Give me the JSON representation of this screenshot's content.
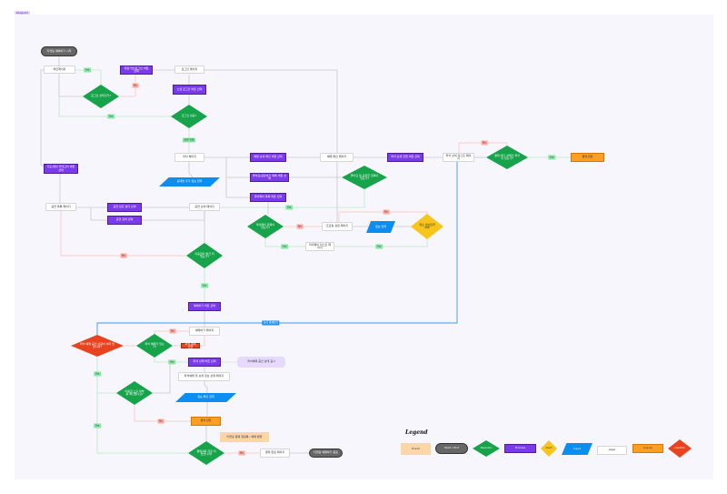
{
  "diagram_tag": "Diagram",
  "nodes": {
    "start": {
      "label": "티켓링 예매하기 시작"
    },
    "main_page": {
      "label": "메인페이지"
    },
    "login_btn": {
      "label": "회원가입/로그인 버튼 선택"
    },
    "login_page": {
      "label": "로그인 페이지"
    },
    "is_logged_in": {
      "label": "로그인 상태인가?"
    },
    "social_login": {
      "label": "소셜 로그인 버튼 선택"
    },
    "login_success": {
      "label": "로그인 성공?"
    },
    "mypage": {
      "label": "마이 페이지"
    },
    "extra_info": {
      "label": "상대방 추가 정보 입력"
    },
    "ticket_detail_btn": {
      "label": "예매 상세 확인 버튼 선택"
    },
    "likes_btn": {
      "label": "좋아요/공유하기 목록 버튼 선택"
    },
    "mypay_btn": {
      "label": "마이페이 목록 버튼 선택"
    },
    "booking_check_page": {
      "label": "예매 확인 페이지"
    },
    "seat_proceed_btn": {
      "label": "좌석 상세 진행 버튼 선택"
    },
    "has_likes": {
      "label": "좋아요 및 공유한 항목이 있는가?"
    },
    "category_btn": {
      "label": "지도/랭킹 카테고리 버튼 선택"
    },
    "show_list_page": {
      "label": "공연 목록 페이지"
    },
    "genre_filter": {
      "label": "공연 장르 필터 선택"
    },
    "show_search": {
      "label": "공연 검색 선택"
    },
    "show_detail_page": {
      "label": "공연 상세 페이지"
    },
    "has_mypay": {
      "label": "마이페이 항목이 있는가?"
    },
    "profile_page": {
      "label": "프로필 설정 페이지"
    },
    "info_input": {
      "label": "정보 입력"
    },
    "first_input": {
      "label": "최초 정보입력 여부"
    },
    "mypay_list_page": {
      "label": "마이페이 리스트 페이지"
    },
    "ticket_issued": {
      "label": "이용권이 발급 되었는가?"
    },
    "book_btn": {
      "label": "예매하기 버튼 선택"
    },
    "seat_list_page": {
      "label": "좌석 상세 리스트 페이지"
    },
    "pending_seat": {
      "label": "결제 대기 상태인 좌석이 있는가?"
    },
    "payment_popup_1": {
      "label": "결제 창창"
    },
    "booking_page": {
      "label": "예매하기 페이지"
    },
    "someone_booking": {
      "label": "좌석 예매 중인 사람이 이미 있습니까?"
    },
    "has_seat_booking": {
      "label": "좌석 예매가 있는가?"
    },
    "seat_pay_alert": {
      "label": "좌석 결제 진행"
    },
    "seat_select_btn": {
      "label": "좌석 선택 버튼 선택"
    },
    "seat_state_event": {
      "label": "좌석예매 중인 상태 표시"
    },
    "seat_info_page": {
      "label": "좌석예매 및 상세 정보 선택 페이지"
    },
    "info_confirm_input": {
      "label": "정보 확인 입력"
    },
    "ticket_exposed": {
      "label": "이용권 노출 여부를 확인했나요?"
    },
    "payment_popup_2": {
      "label": "결제 창창"
    },
    "notify_event": {
      "label": "티켓링 결제 알림톡 / 예매 발행"
    },
    "payment_saved": {
      "label": "결제내용 저장 되었습니까?"
    },
    "payment_done_page": {
      "label": "결제 완료 페이지"
    },
    "end": {
      "label": "티켓링 예매하기 종료"
    }
  },
  "edge_labels": {
    "yes": "Yes",
    "no": "No",
    "member_auth": "회원 인증",
    "seat_payment": "좌석 결제하기"
  },
  "legend": {
    "title": "Legend",
    "items": [
      {
        "label": "Event",
        "shape": "event"
      },
      {
        "label": "Start / End",
        "shape": "terminal"
      },
      {
        "label": "Decision",
        "shape": "decision"
      },
      {
        "label": "Process",
        "shape": "process"
      },
      {
        "label": "Alert",
        "shape": "alert"
      },
      {
        "label": "Input",
        "shape": "input"
      },
      {
        "label": "page",
        "shape": "page"
      },
      {
        "label": "popup",
        "shape": "popup"
      },
      {
        "label": "caution",
        "shape": "caution"
      }
    ]
  },
  "colors": {
    "page": "#ffffff",
    "process": "#7c3aed",
    "decision": "#16a34a",
    "alert": "#f7c51c",
    "input": "#0c8ef0",
    "popup": "#f9a024",
    "caution": "#e8431f",
    "event": "#fdd6a8",
    "terminal": "#676767",
    "edge": "#c8c8c8",
    "edge_yes": "#b9e9c6",
    "edge_no": "#f8c4bc",
    "edge_blue": "#3b9ae8"
  }
}
